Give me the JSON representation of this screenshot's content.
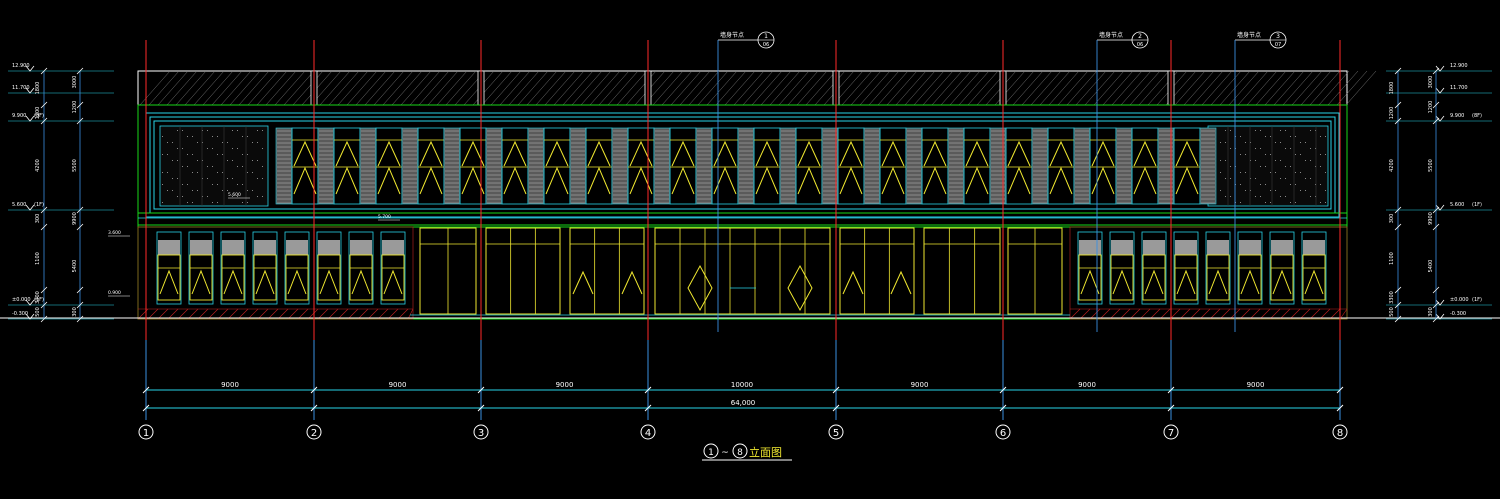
{
  "drawing_title": {
    "from": "1",
    "sep": "~",
    "to": "8",
    "suffix": "立面图"
  },
  "grid_labels": [
    "1",
    "2",
    "3",
    "4",
    "5",
    "6",
    "7",
    "8"
  ],
  "span_dims": [
    "9000",
    "9000",
    "9000",
    "10000",
    "9000",
    "9000",
    "9000"
  ],
  "total_dim": "64,000",
  "detail_callouts": [
    {
      "label": "墙身节点",
      "num": "1",
      "sheet": "06"
    },
    {
      "label": "墙身节点",
      "num": "2",
      "sheet": "06"
    },
    {
      "label": "墙身节点",
      "num": "3",
      "sheet": "07"
    }
  ],
  "left_levels": [
    "12.900",
    "11.700",
    "9.900",
    "5.600",
    "±0.000",
    "-0.300"
  ],
  "left_level_tags": [
    "",
    "",
    "(8F)",
    "(1F)",
    "(1F)",
    ""
  ],
  "right_levels": [
    "12.900",
    "11.700",
    "9.900",
    "5.600",
    "±0.000",
    "-0.300"
  ],
  "right_level_tags": [
    "",
    "",
    "(8F)",
    "(1F)",
    "(1F)",
    ""
  ],
  "left_dims_inner": [
    "1800",
    "1200",
    "4200",
    "300",
    "1100",
    "3300",
    "500",
    "300"
  ],
  "left_dims_outer": [
    "3000",
    "1200",
    "5500",
    "9900",
    "5400",
    "300"
  ],
  "right_dims_inner": [
    "1800",
    "1200",
    "4200",
    "300",
    "1100",
    "3300",
    "500",
    "300"
  ],
  "right_dims_outer": [
    "3000",
    "1200",
    "5500",
    "9900",
    "5400",
    "300"
  ],
  "small_marks": [
    "3.600",
    "0.900",
    "5.600",
    "5.700"
  ],
  "colors": {
    "background": "#000000",
    "grid_axis": "#ff2a2a",
    "cyan": "#29d3e8",
    "dim_line": "#3a8fe0",
    "window": "#f0e830",
    "green": "#19d819",
    "white": "#ffffff",
    "gray_panel": "#9a9a9a",
    "hatch": "#c02020"
  }
}
